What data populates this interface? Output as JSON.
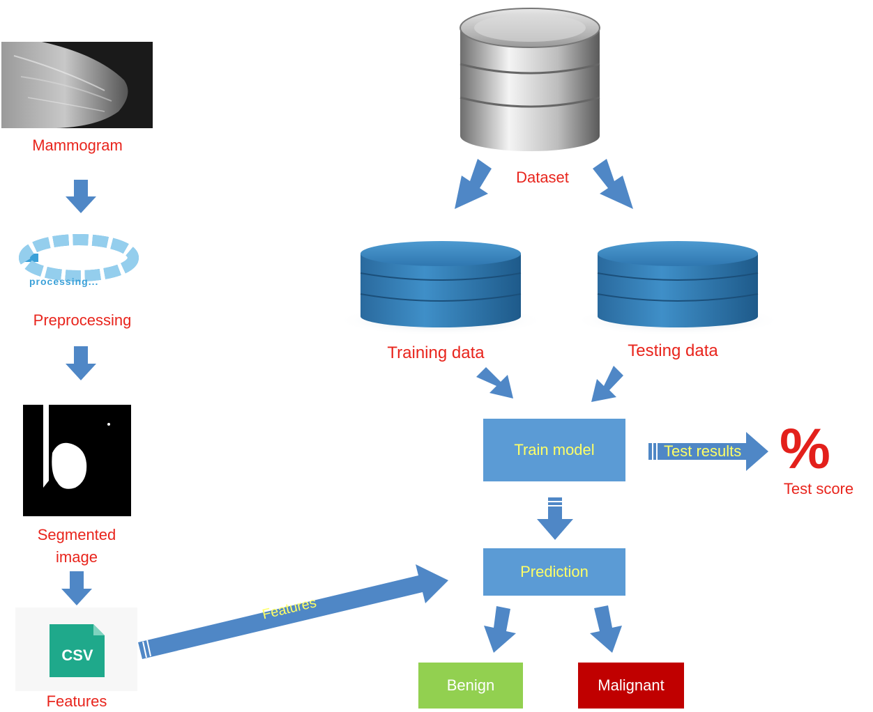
{
  "left_pipeline": {
    "mammogram_label": "Mammogram",
    "processing_caption": "processing...",
    "preprocessing_label": "Preprocessing",
    "segmented_label": "Segmented image",
    "csv_text": "CSV",
    "features_label": "Features"
  },
  "dataset": {
    "label": "Dataset",
    "training_label": "Training data",
    "testing_label": "Testing data"
  },
  "model": {
    "train_label": "Train model",
    "test_results_label": "Test results",
    "test_score_label": "Test score",
    "percent_symbol": "%",
    "prediction_label": "Prediction",
    "features_arrow_label": "Features"
  },
  "outputs": {
    "benign_label": "Benign",
    "malignant_label": "Malignant"
  },
  "colors": {
    "arrow": "#4f87c6",
    "box": "#5b9bd5",
    "label_red": "#e8241c",
    "label_yellow": "#ffff66",
    "benign": "#92d050",
    "malignant": "#c00000"
  }
}
